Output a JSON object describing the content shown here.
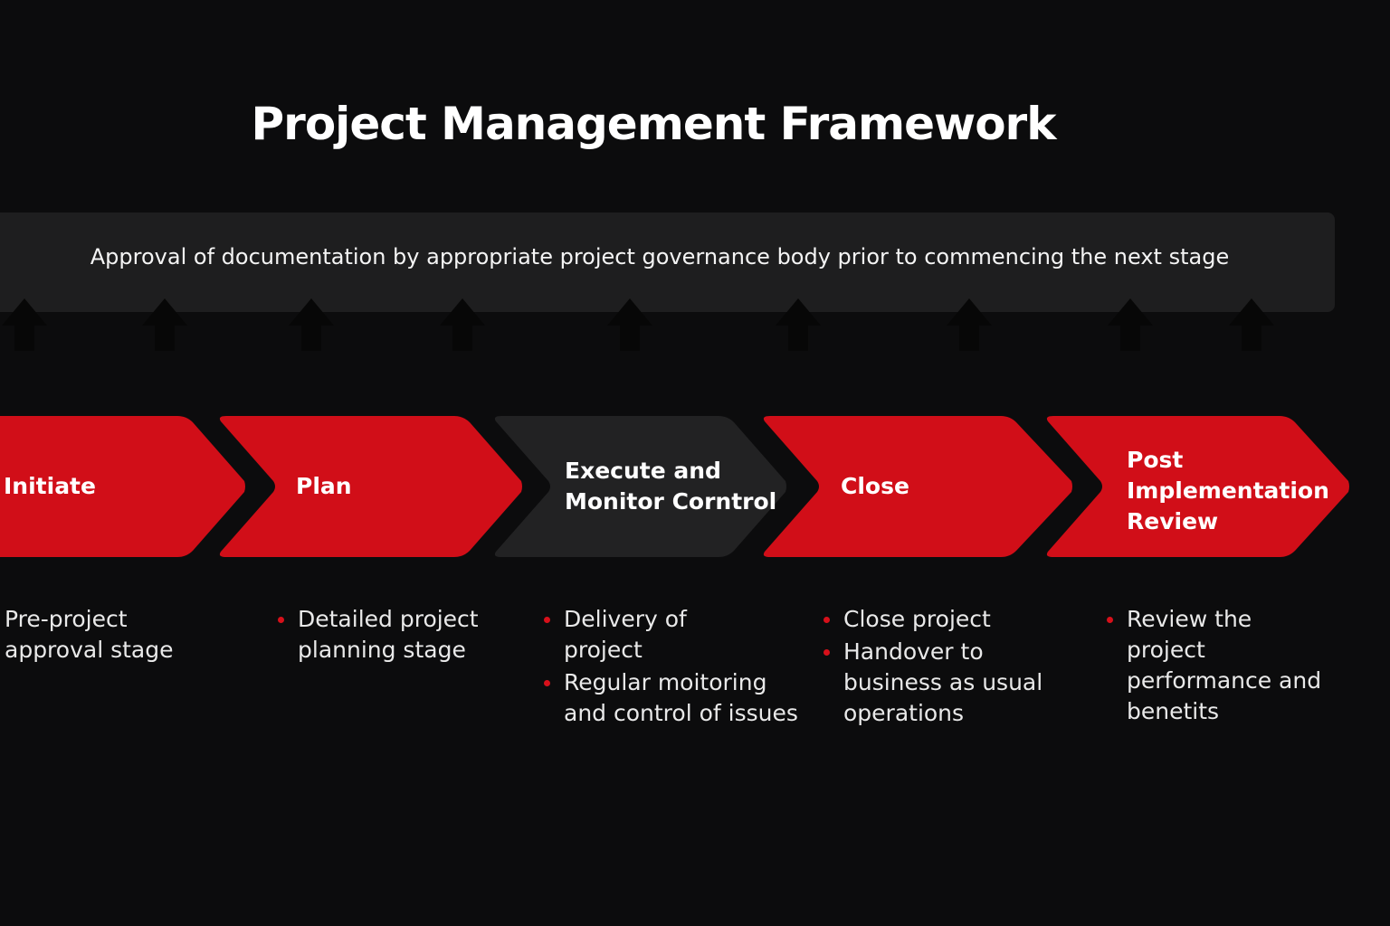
{
  "title": "Project Management Framework",
  "approval_banner": "Approval of documentation by appropriate project governance body prior to commencing the next stage",
  "colors": {
    "background": "#0c0c0d",
    "accent_red": "#d10e18",
    "chevron_dark": "#222223",
    "banner": "#1e1e1f",
    "arrow": "#070707"
  },
  "stages": [
    {
      "label": "Initiate",
      "style": "red",
      "items": [
        "Pre-project\napproval stage"
      ],
      "bulleted": false
    },
    {
      "label": "Plan",
      "style": "red",
      "items": [
        "Detailed project\nplanning stage"
      ],
      "bulleted": true
    },
    {
      "label": "Execute and\nMonitor Corntrol",
      "style": "dark",
      "items": [
        "Delivery of\nproject",
        "Regular moitoring\nand control of issues"
      ],
      "bulleted": true
    },
    {
      "label": "Close",
      "style": "red",
      "items": [
        "Close project",
        "Handover to\nbusiness  as usual\noperations"
      ],
      "bulleted": true
    },
    {
      "label": "Post\nImplementation\nReview",
      "style": "red",
      "items": [
        "Review the\nproject\nperformance and\nbenetits"
      ],
      "bulleted": true
    }
  ]
}
